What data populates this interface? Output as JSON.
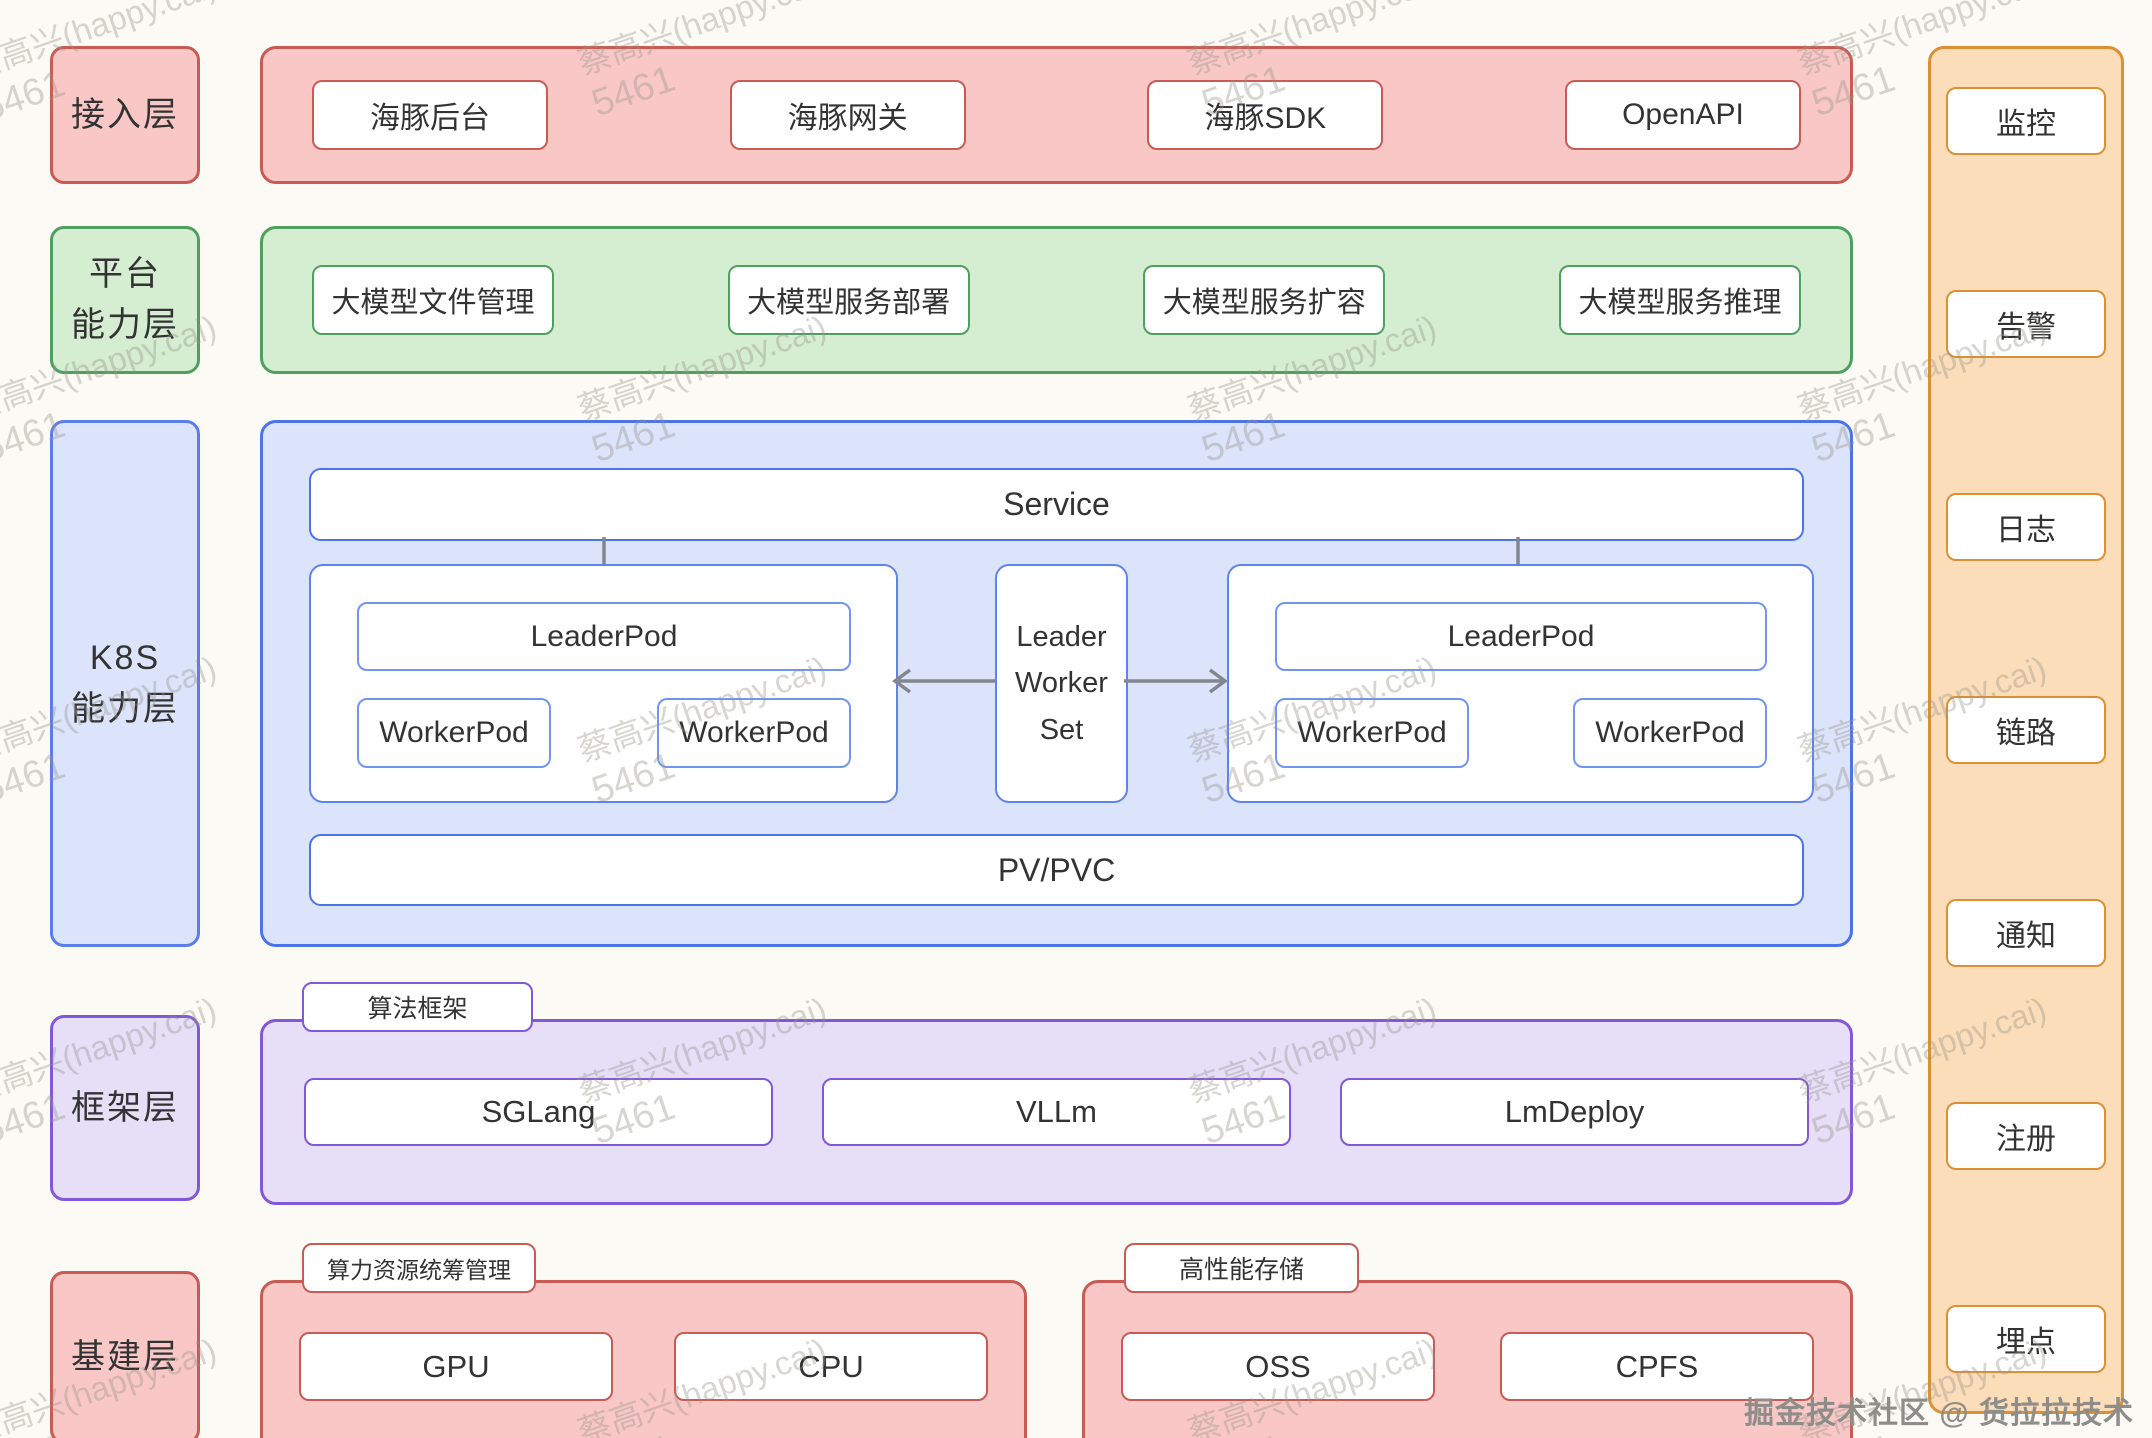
{
  "left_labels": {
    "access": "接入层",
    "platform_line1": "平台",
    "platform_line2": "能力层",
    "k8s_line1": "K8S",
    "k8s_line2": "能力层",
    "framework": "框架层",
    "infra": "基建层"
  },
  "access_row": {
    "items": [
      "海豚后台",
      "海豚网关",
      "海豚SDK",
      "OpenAPI"
    ]
  },
  "platform_row": {
    "items": [
      "大模型文件管理",
      "大模型服务部署",
      "大模型服务扩容",
      "大模型服务推理"
    ]
  },
  "k8s": {
    "service": "Service",
    "pv": "PV/PVC",
    "center": "Leader\nWorker\nSet",
    "left_group": {
      "leader": "LeaderPod",
      "workers": [
        "WorkerPod",
        "WorkerPod"
      ]
    },
    "right_group": {
      "leader": "LeaderPod",
      "workers": [
        "WorkerPod",
        "WorkerPod"
      ]
    }
  },
  "framework": {
    "tab": "算法框架",
    "items": [
      "SGLang",
      "VLLm",
      "LmDeploy"
    ]
  },
  "infra": {
    "compute": {
      "tab": "算力资源统筹管理",
      "items": [
        "GPU",
        "CPU"
      ]
    },
    "storage": {
      "tab": "高性能存储",
      "items": [
        "OSS",
        "CPFS"
      ]
    }
  },
  "monitor_panel": {
    "items": [
      "监控",
      "告警",
      "日志",
      "链路",
      "通知",
      "注册",
      "埋点"
    ]
  },
  "watermark": {
    "line1": "蔡高兴(happy.cai)",
    "line2": "5461",
    "positions": [
      [
        -30,
        5
      ],
      [
        580,
        0
      ],
      [
        1190,
        0
      ],
      [
        1800,
        0
      ],
      [
        -30,
        346
      ],
      [
        580,
        346
      ],
      [
        1190,
        346
      ],
      [
        1800,
        346
      ],
      [
        -30,
        687
      ],
      [
        580,
        687
      ],
      [
        1190,
        687
      ],
      [
        1800,
        687
      ],
      [
        -30,
        1028
      ],
      [
        580,
        1028
      ],
      [
        1190,
        1028
      ],
      [
        1800,
        1028
      ],
      [
        -30,
        1369
      ],
      [
        580,
        1369
      ],
      [
        1190,
        1369
      ],
      [
        1800,
        1369
      ]
    ]
  },
  "credit": "掘金技术社区 @ 货拉拉技术",
  "colors": {
    "pink_fill": "#f9c8c6",
    "pink_border": "#c85b53",
    "green_fill": "#d5eed2",
    "green_border": "#4f9f5f",
    "blue_fill": "#dce4fb",
    "blue_border": "#4c73e7",
    "purple_fill": "#e7def8",
    "purple_border": "#8158d8",
    "orange_fill": "#fbddb9",
    "orange_border": "#dc9036",
    "arrow": "#81868f"
  }
}
